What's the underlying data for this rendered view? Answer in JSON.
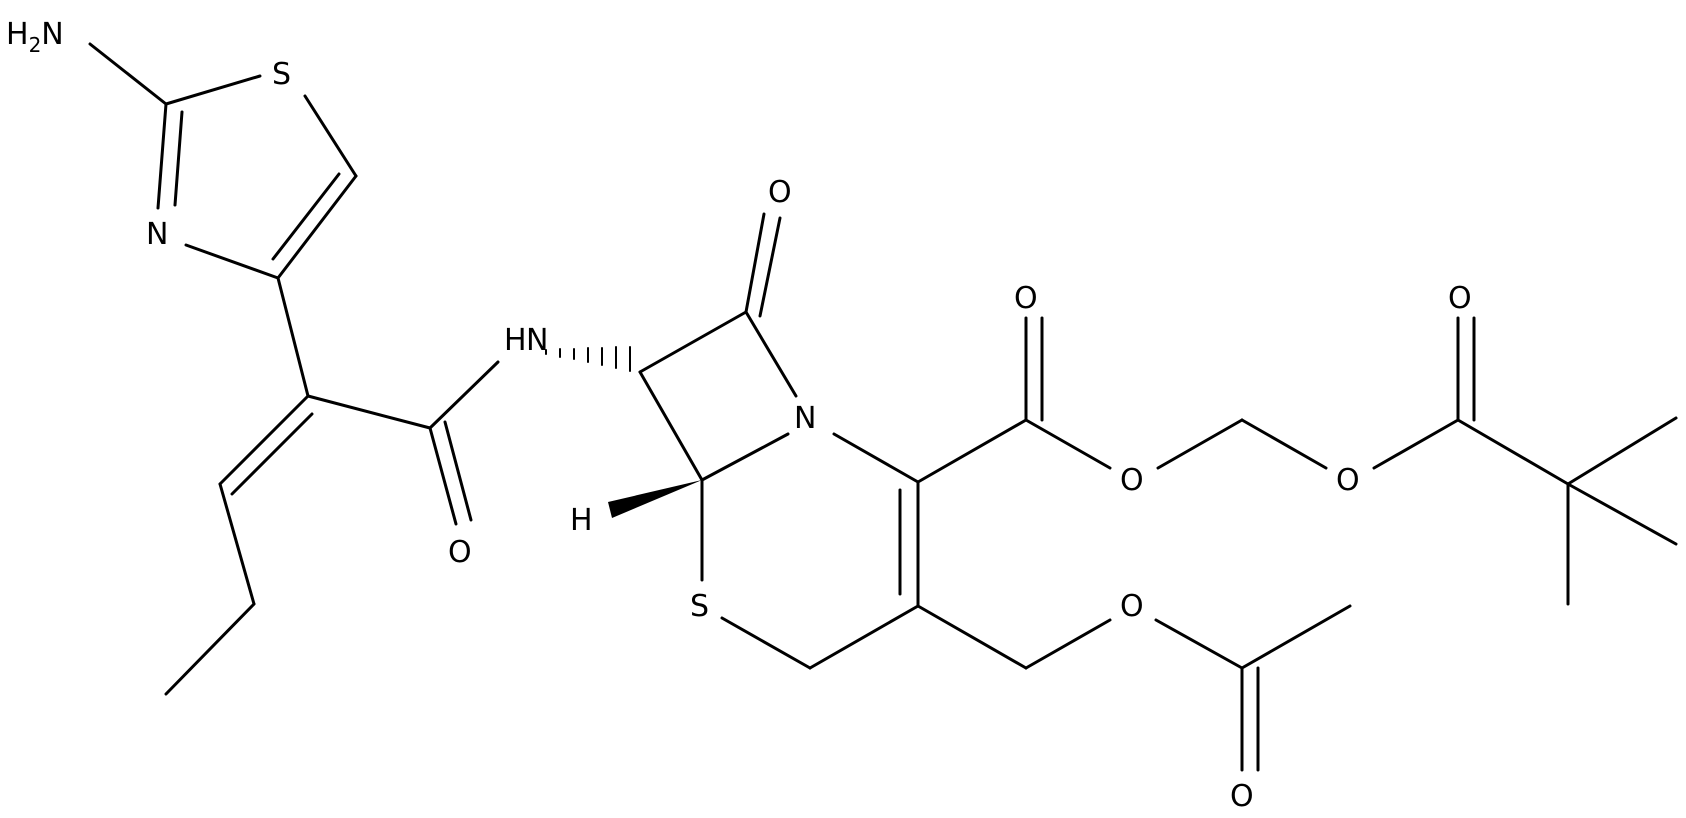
{
  "molecule": {
    "atoms": {
      "amine": "H2N",
      "thiazole_s": "S",
      "thiazole_n": "N",
      "amide_nh": "H",
      "amide_n": "N",
      "amide_o": "O",
      "beta_lactam_o": "O",
      "ring_n": "N",
      "stereo_h": "H",
      "ring_s": "S",
      "acid_o": "O",
      "ester_o": "O",
      "piv_o": "O",
      "piv_oester": "O",
      "acetyl_ether_o": "O",
      "acetyl_o": "O"
    }
  }
}
